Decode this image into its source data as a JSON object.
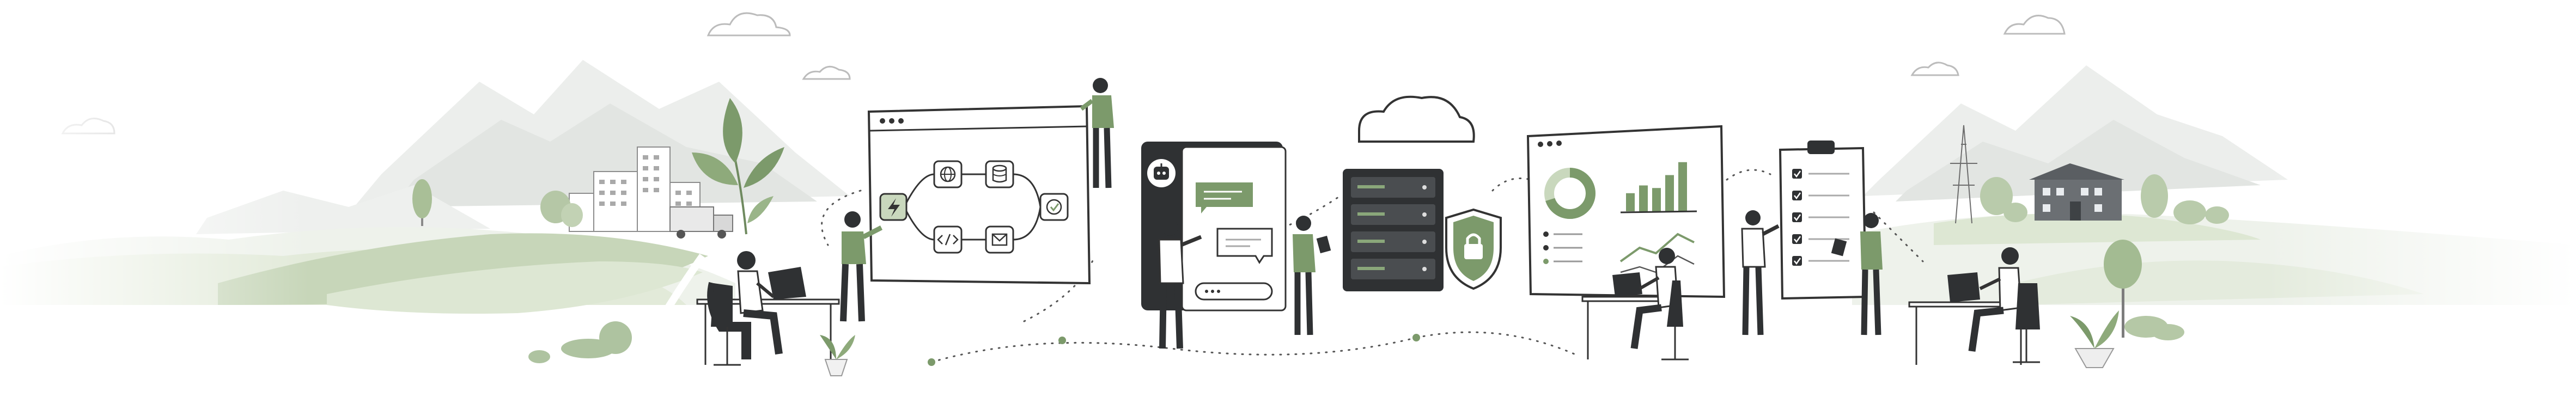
{
  "palette": {
    "accent_green": "#7c9a6b",
    "light_green": "#c9d8bd",
    "pale_green": "#e6ede0",
    "ink": "#2b2b2b",
    "dark_panel": "#2f3133",
    "grey_mountain": "#e2e4e2",
    "white": "#ffffff"
  },
  "icons": {
    "flow_trigger": "lightning-icon",
    "flow_web": "globe-icon",
    "flow_db": "database-icon",
    "flow_code": "code-icon",
    "flow_mail": "mail-icon",
    "flow_done": "check-circle-icon",
    "bot": "robot-icon",
    "security": "shield-lock-icon",
    "checklist": "checkmark-icon"
  },
  "dashboard": {
    "bar_levels": [
      0.35,
      0.5,
      0.45,
      0.7,
      0.95
    ],
    "donut_fill": 0.7
  },
  "checklist": {
    "checked_items": 5
  }
}
